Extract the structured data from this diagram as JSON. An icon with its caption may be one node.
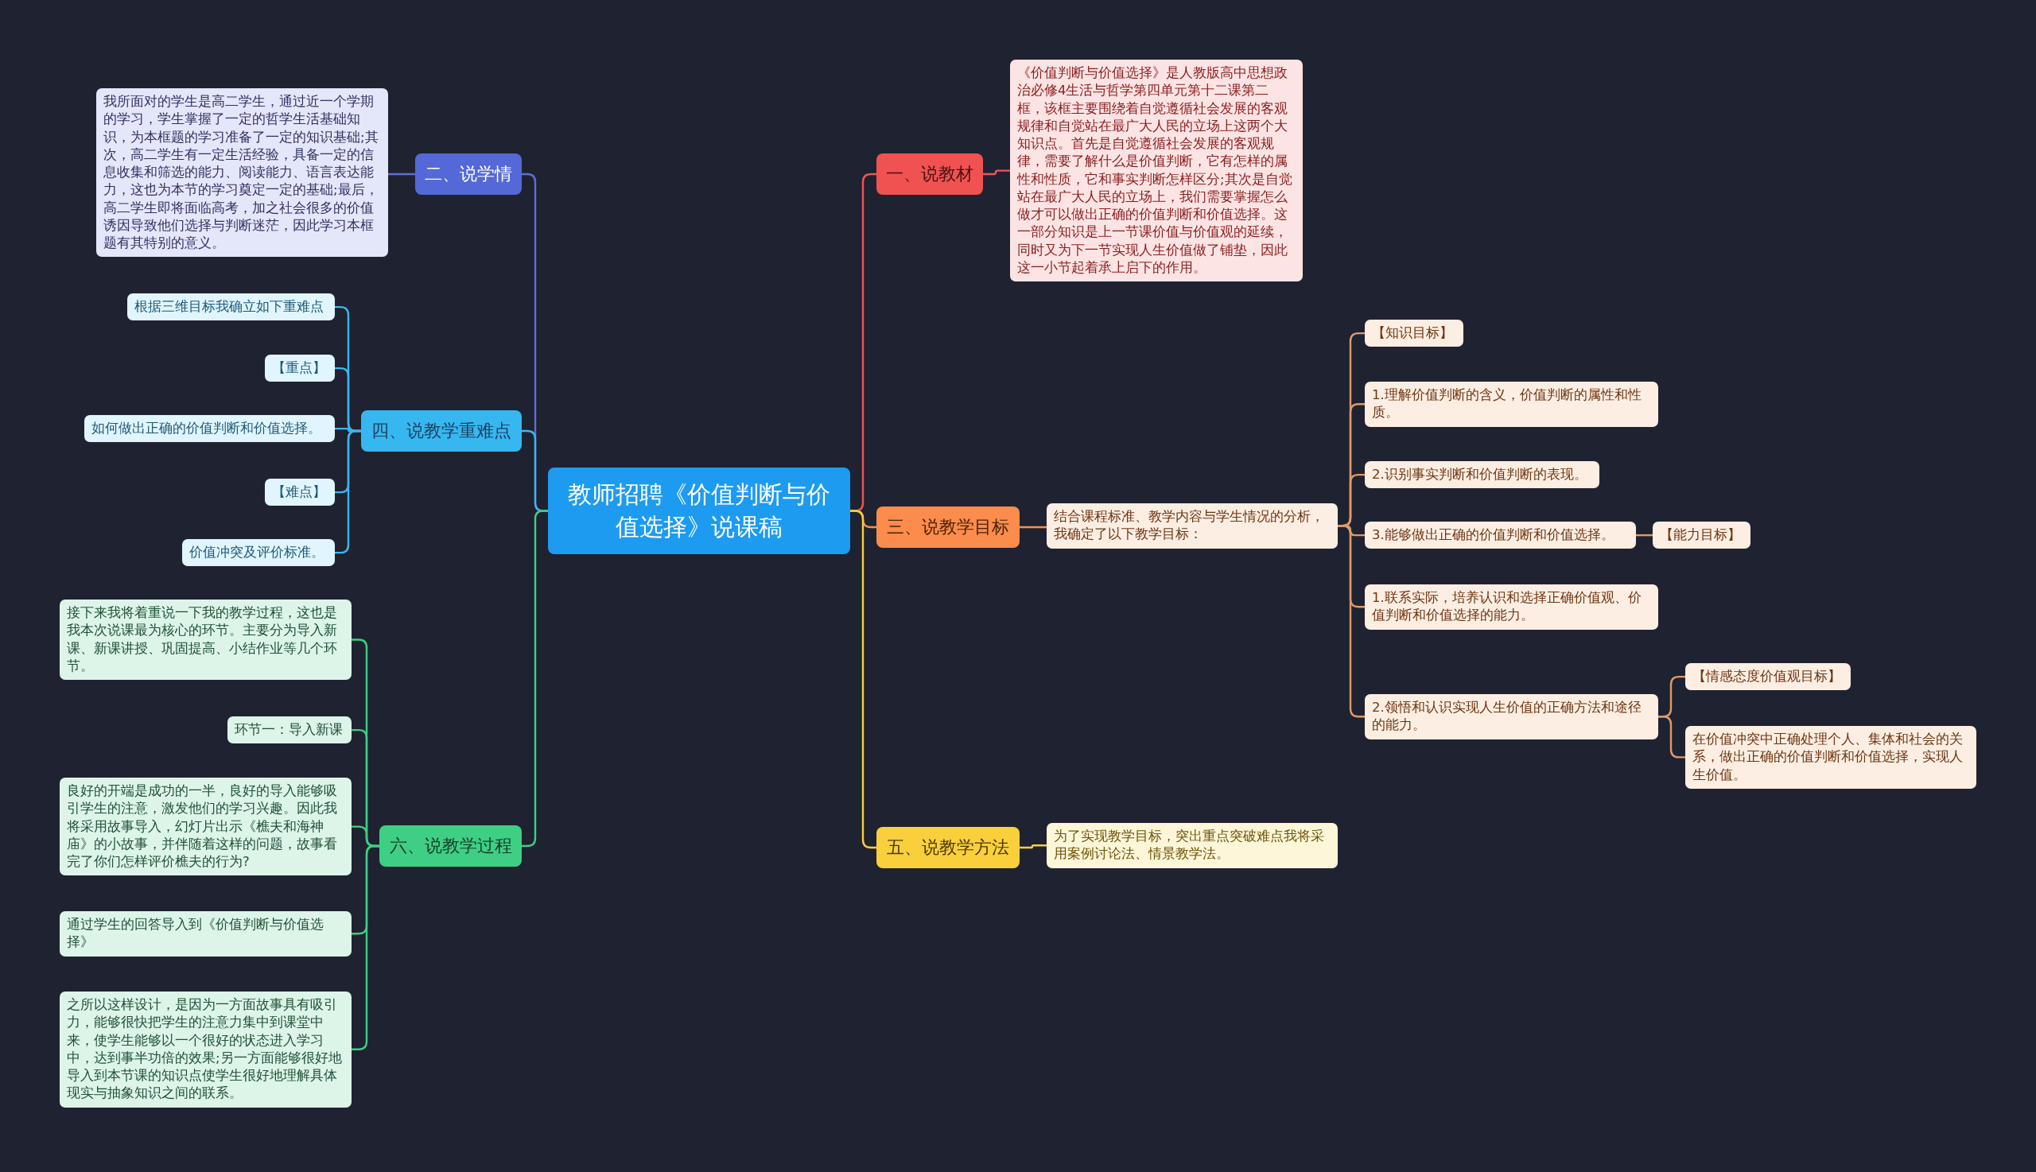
{
  "diagram": {
    "nodes": [
      {
        "text": [
          "教师招聘《价值判断与价值选择》说课稿"
        ]
      },
      {
        "text": [
          "二、说学情"
        ]
      },
      {
        "text": [
          "我所面对的学生是高二学生，通过近一个学期的学习，学生掌握了一定的哲学生活基础知识，为本框题的学习准备了一定的知识基础;其次，高二学生有一定生活经验，具备一定的信息收集和筛选的能力、阅读能力、语言表达能力，这也为本节的学习奠定一定的基础;最后，高二学生即将面临高考，加之社会很多的价值诱因导致他们选择与判断迷茫，因此学习本框题有其特别的意义。"
        ]
      },
      {
        "text": [
          "四、说教学重难点"
        ]
      },
      {
        "text": [
          "根据三维目标我确立如下重难点"
        ]
      },
      {
        "text": [
          "【重点】"
        ]
      },
      {
        "text": [
          "如何做出正确的价值判断和价值选择。"
        ]
      },
      {
        "text": [
          "【难点】"
        ]
      },
      {
        "text": [
          "价值冲突及评价标准。"
        ]
      },
      {
        "text": [
          "六、说教学过程"
        ]
      },
      {
        "text": [
          "接下来我将着重说一下我的教学过程，这也是我本次说课最为核心的环节。主要分为导入新课、新课讲授、巩固提高、小结作业等几个环节。"
        ]
      },
      {
        "text": [
          "环节一：导入新课"
        ]
      },
      {
        "text": [
          "良好的开端是成功的一半，良好的导入能够吸引学生的注意，激发他们的学习兴趣。因此我将采用故事导入，幻灯片出示《樵夫和海神庙》的小故事，并伴随着这样的问题，故事看完了你们怎样评价樵夫的行为?"
        ]
      },
      {
        "text": [
          "通过学生的回答导入到《价值判断与价值选择》"
        ]
      },
      {
        "text": [
          "之所以这样设计，是因为一方面故事具有吸引力，能够很快把学生的注意力集中到课堂中来，使学生能够以一个很好的状态进入学习中，达到事半功倍的效果;另一方面能够很好地导入到本节课的知识点使学生很好地理解具体现实与抽象知识之间的联系。"
        ]
      },
      {
        "text": [
          "一、说教材"
        ]
      },
      {
        "text": [
          "《价值判断与价值选择》是人教版高中思想政治必修4生活与哲学第四单元第十二课第二框，该框主要围绕着自觉遵循社会发展的客观规律和自觉站在最广大人民的立场上这两个大知识点。首先是自觉遵循社会发展的客观规律，需要了解什么是价值判断，它有怎样的属性和性质，它和事实判断怎样区分;其次是自觉站在最广大人民的立场上，我们需要掌握怎么做才可以做出正确的价值判断和价值选择。这一部分知识是上一节课价值与价值观的延续，同时又为下一节实现人生价值做了铺垫，因此这一小节起着承上启下的作用。"
        ]
      },
      {
        "text": [
          "三、说教学目标"
        ]
      },
      {
        "text": [
          "结合课程标准、教学内容与学生情况的分析，我确定了以下教学目标："
        ]
      },
      {
        "text": [
          "【知识目标】"
        ]
      },
      {
        "text": [
          "1.理解价值判断的含义，价值判断的属性和性质。"
        ]
      },
      {
        "text": [
          "2.识别事实判断和价值判断的表现。"
        ]
      },
      {
        "text": [
          "3.能够做出正确的价值判断和价值选择。"
        ]
      },
      {
        "text": [
          "1.联系实际，培养认识和选择正确价值观、价值判断和价值选择的能力。"
        ]
      },
      {
        "text": [
          "2.领悟和认识实现人生价值的正确方法和途径的能力。"
        ]
      },
      {
        "text": [
          "【能力目标】"
        ]
      },
      {
        "text": [
          "【情感态度价值观目标】"
        ]
      },
      {
        "text": [
          "在价值冲突中正确处理个人、集体和社会的关系，做出正确的价值判断和价值选择，实现人生价值。"
        ]
      },
      {
        "text": [
          "五、说教学方法"
        ]
      },
      {
        "text": [
          "为了实现教学目标，突出重点突破难点我将采用案例讨论法、情景教学法。"
        ]
      }
    ],
    "edges": [
      {
        "from": 0,
        "to": 1,
        "arrow": "none",
        "color": "#5b6fd6"
      },
      {
        "from": 1,
        "to": 2,
        "arrow": "none",
        "color": "#5b6fd6"
      },
      {
        "from": 0,
        "to": 3,
        "arrow": "none",
        "color": "#3bb8ee"
      },
      {
        "from": 3,
        "to": 4,
        "arrow": "none",
        "color": "#3bb8ee"
      },
      {
        "from": 3,
        "to": 5,
        "arrow": "none",
        "color": "#3bb8ee"
      },
      {
        "from": 3,
        "to": 6,
        "arrow": "none",
        "color": "#3bb8ee"
      },
      {
        "from": 3,
        "to": 7,
        "arrow": "none",
        "color": "#3bb8ee"
      },
      {
        "from": 3,
        "to": 8,
        "arrow": "none",
        "color": "#3bb8ee"
      },
      {
        "from": 0,
        "to": 9,
        "arrow": "none",
        "color": "#3ecf84"
      },
      {
        "from": 9,
        "to": 10,
        "arrow": "none",
        "color": "#3ecf84"
      },
      {
        "from": 9,
        "to": 11,
        "arrow": "none",
        "color": "#3ecf84"
      },
      {
        "from": 9,
        "to": 12,
        "arrow": "none",
        "color": "#3ecf84"
      },
      {
        "from": 9,
        "to": 13,
        "arrow": "none",
        "color": "#3ecf84"
      },
      {
        "from": 9,
        "to": 14,
        "arrow": "none",
        "color": "#3ecf84"
      },
      {
        "from": 0,
        "to": 15,
        "arrow": "none",
        "color": "#f25454"
      },
      {
        "from": 15,
        "to": 16,
        "arrow": "none",
        "color": "#f25454"
      },
      {
        "from": 0,
        "to": 17,
        "arrow": "none",
        "color": "#fb8c4c"
      },
      {
        "from": 17,
        "to": 18,
        "arrow": "none",
        "color": "#fb8c4c"
      },
      {
        "from": 18,
        "to": 19,
        "arrow": "none",
        "color": "#e09a68"
      },
      {
        "from": 18,
        "to": 20,
        "arrow": "none",
        "color": "#e09a68"
      },
      {
        "from": 18,
        "to": 21,
        "arrow": "none",
        "color": "#e09a68"
      },
      {
        "from": 18,
        "to": 22,
        "arrow": "none",
        "color": "#e09a68"
      },
      {
        "from": 18,
        "to": 23,
        "arrow": "none",
        "color": "#e09a68"
      },
      {
        "from": 18,
        "to": 24,
        "arrow": "none",
        "color": "#e09a68"
      },
      {
        "from": 22,
        "to": 25,
        "arrow": "none",
        "color": "#e09a68"
      },
      {
        "from": 24,
        "to": 26,
        "arrow": "none",
        "color": "#e09a68"
      },
      {
        "from": 24,
        "to": 27,
        "arrow": "none",
        "color": "#e09a68"
      },
      {
        "from": 0,
        "to": 28,
        "arrow": "none",
        "color": "#f9cf3c"
      },
      {
        "from": 28,
        "to": 29,
        "arrow": "none",
        "color": "#f9cf3c"
      }
    ]
  }
}
